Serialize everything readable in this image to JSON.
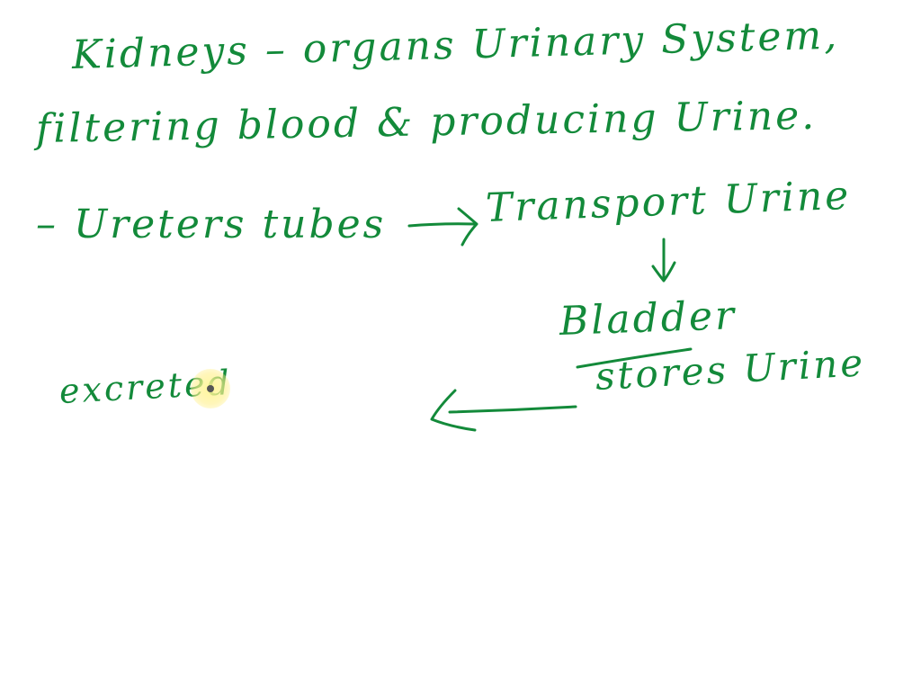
{
  "notes": {
    "line1": "Kidneys – organs Urinary System,",
    "line2": "filtering blood & producing Urine.",
    "line3_left": "– Ureters tubes",
    "line3_right": "Transport Urine",
    "bladder": "Bladder",
    "stores": "stores Urine",
    "excreted": "excreted"
  },
  "colors": {
    "ink": "#138a3a",
    "pointer_highlight": "#fff59a"
  },
  "icons": {
    "arrow_right": "right-arrow-icon",
    "arrow_down": "down-arrow-icon",
    "arrow_left": "left-arrow-icon",
    "pointer": "pen-pointer-icon"
  }
}
